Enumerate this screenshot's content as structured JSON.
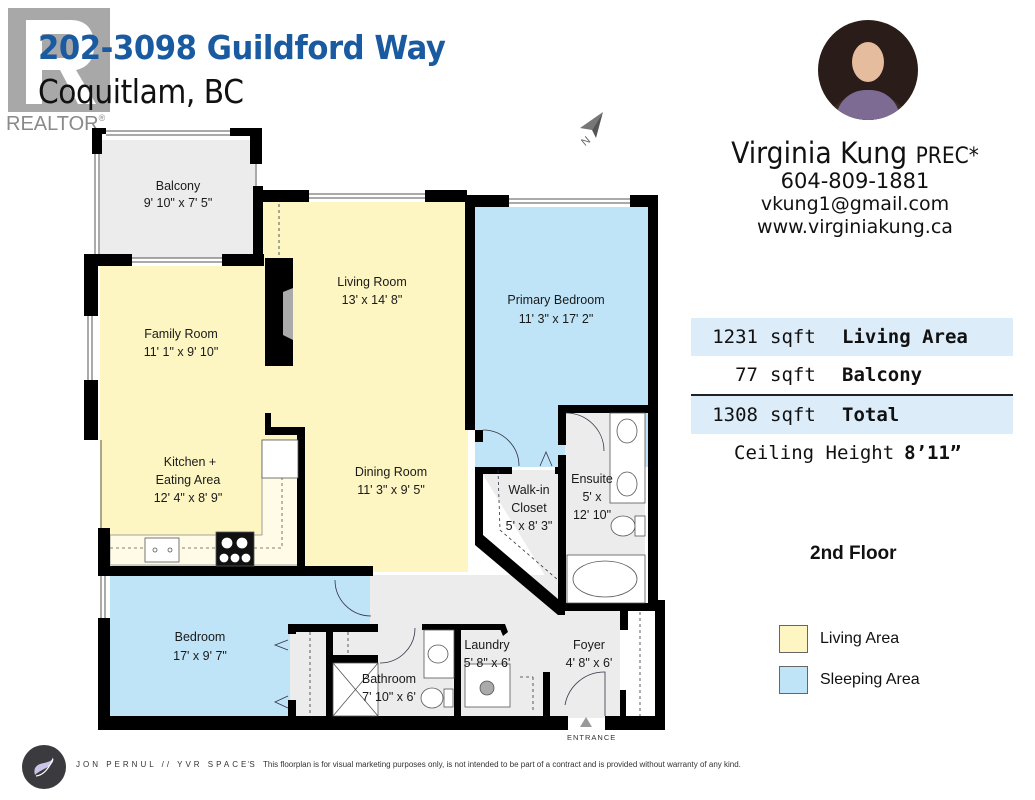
{
  "header": {
    "address_line1": "202-3098 Guildford Way",
    "address_line2": "Coquitlam, BC"
  },
  "realtor_logo": {
    "text": "REALTOR",
    "mark": "®"
  },
  "agent": {
    "name": "Virginia Kung",
    "designation": "PREC*",
    "phone": "604-809-1881",
    "email": "vkung1@gmail.com",
    "website": "www.virginiakung.ca"
  },
  "stats": {
    "rows": [
      {
        "value": "1231",
        "unit": "sqft",
        "label": "Living Area",
        "shaded": true
      },
      {
        "value": "77",
        "unit": "sqft",
        "label": "Balcony",
        "shaded": false
      },
      {
        "value": "1308",
        "unit": "sqft",
        "label": "Total",
        "shaded": true
      }
    ],
    "ceiling_label": "Ceiling Height",
    "ceiling_value": "8’11”"
  },
  "floor_label": "2nd Floor",
  "legend": [
    {
      "label": "Living Area",
      "color": "#fdf6c3"
    },
    {
      "label": "Sleeping Area",
      "color": "#bfe3f7"
    }
  ],
  "compass": {
    "label": "N"
  },
  "rooms": [
    {
      "name": "Balcony",
      "dims": "9' 10\" x 7' 5\""
    },
    {
      "name": "Living Room",
      "dims": "13' x 14' 8\""
    },
    {
      "name": "Primary Bedroom",
      "dims": "11' 3\" x 17' 2\""
    },
    {
      "name": "Family Room",
      "dims": "11' 1\" x 9' 10\""
    },
    {
      "name": "Kitchen +",
      "name2": "Eating Area",
      "dims": "12' 4\" x 8' 9\""
    },
    {
      "name": "Dining Room",
      "dims": "11' 3\" x 9' 5\""
    },
    {
      "name": "Walk-in",
      "name2": "Closet",
      "dims": "5' x 8' 3\""
    },
    {
      "name": "Ensuite",
      "name2": "5' x",
      "dims": "12' 10\""
    },
    {
      "name": "Bedroom",
      "dims": "17' x 9' 7\""
    },
    {
      "name": "Bathroom",
      "dims": "7' 10\" x 6'"
    },
    {
      "name": "Laundry",
      "dims": "5' 8\" x 6'"
    },
    {
      "name": "Foyer",
      "dims": "4' 8\" x 6'"
    }
  ],
  "entrance_label": "ENTRANCE",
  "footer": {
    "brand": "JON PERNUL // YVR SPACES",
    "separator": "·",
    "disclaimer": "This floorplan is for visual marketing purposes only, is not intended to be part of a contract and is provided without warranty of any kind."
  },
  "colors": {
    "title_blue": "#1a5aa0",
    "living_yellow": "#fdf6c3",
    "sleeping_blue": "#bfe3f7",
    "utility_gray": "#ececec",
    "stats_shade": "#dcecf8",
    "wall": "#000000"
  }
}
